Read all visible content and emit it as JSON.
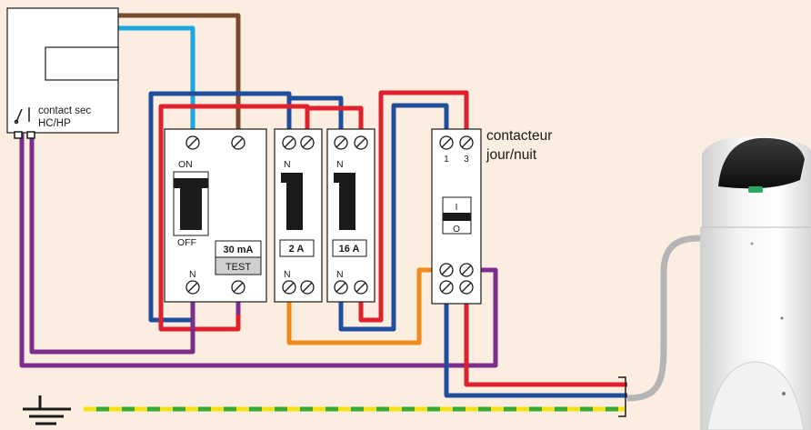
{
  "meter": {
    "contact_label": "contact sec",
    "tariff_label": "HC/HP"
  },
  "main_breaker": {
    "on_label": "ON",
    "off_label": "OFF",
    "neutral_label": "N",
    "rating": "30 mA",
    "test_label": "TEST"
  },
  "breaker_2a": {
    "neutral_top": "N",
    "neutral_bottom": "N",
    "rating": "2 A"
  },
  "breaker_16a": {
    "neutral_top": "N",
    "neutral_bottom": "N",
    "rating": "16 A"
  },
  "contactor": {
    "title_line1": "contacteur",
    "title_line2": "jour/nuit",
    "terminal_1": "1",
    "terminal_3": "3",
    "switch_on": "I",
    "switch_off": "O"
  },
  "colors": {
    "background": "#fbeee0",
    "phase_red": "#e0202c",
    "neutral_blue": "#1f4e9c",
    "light_blue": "#1ba7e0",
    "brown": "#7a4a2e",
    "purple": "#7d2d8c",
    "orange": "#f08a1c",
    "earth_green": "#3aa935",
    "earth_yellow": "#f4e11a",
    "hose_grey": "#b5b5b5"
  }
}
